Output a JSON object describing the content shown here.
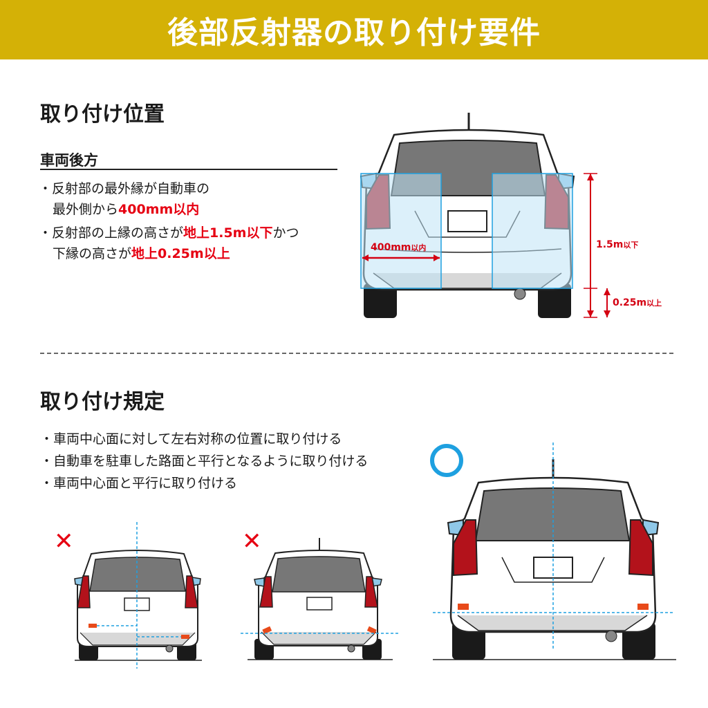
{
  "header": {
    "title": "後部反射器の取り付け要件"
  },
  "position_section": {
    "title": "取り付け位置",
    "subtitle": "車両後方",
    "bullet1": {
      "prefix": "・反射部の最外縁が自動車の",
      "line2": "最外側から",
      "highlight": "400mm以内"
    },
    "bullet2": {
      "prefix": "・反射部の上縁の高さが",
      "highlight1": "地上1.5m以下",
      "mid": "かつ",
      "line2": "下縁の高さが",
      "highlight2": "地上0.25m以上"
    },
    "diagram": {
      "width_label": "400mm",
      "width_suffix": "以内",
      "upper_label": "1.5m",
      "upper_suffix": "以下",
      "lower_label": "0.25m",
      "lower_suffix": "以上"
    }
  },
  "rules_section": {
    "title": "取り付け規定",
    "items": [
      "・車両中心面に対して左右対称の位置に取り付ける",
      "・自動車を駐車した路面と平行となるように取り付ける",
      "・車両中心面と平行に取り付ける"
    ],
    "marks": {
      "bad": "✕",
      "good": "○"
    }
  },
  "colors": {
    "header_bg": "#d4b106",
    "highlight": "#e60012",
    "guide_blue": "#1ea0e0",
    "zone_fill": "#cfeaf8"
  }
}
